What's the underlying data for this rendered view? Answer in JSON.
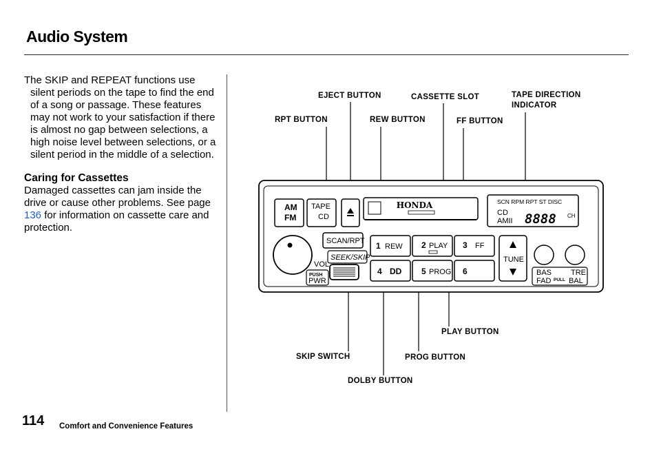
{
  "header": {
    "title": "Audio System"
  },
  "body": {
    "para1": "The SKIP and REPEAT functions use silent periods on the tape to find the end of a song or passage. These features may not work to your satisfaction if there is almost no gap between selections, a high noise level between selections, or a silent period in the middle of a selection.",
    "caring_heading": "Caring for Cassettes",
    "para2_before": "Damaged cassettes can jam inside the drive or cause other problems. See page ",
    "para2_link": "136",
    "para2_after": " for information on cassette care and protection."
  },
  "callouts": {
    "eject": "EJECT BUTTON",
    "slot": "CASSETTE SLOT",
    "tape_dir_1": "TAPE DIRECTION",
    "tape_dir_2": "INDICATOR",
    "rpt": "RPT BUTTON",
    "rew": "REW BUTTON",
    "ff": "FF BUTTON",
    "play": "PLAY BUTTON",
    "skip": "SKIP SWITCH",
    "prog": "PROG BUTTON",
    "dolby": "DOLBY BUTTON"
  },
  "panel": {
    "am": "AM",
    "fm": "FM",
    "tape": "TAPE",
    "cd": "CD",
    "brand": "HONDA",
    "scan_rpt": "SCAN/RPT",
    "seek_skip": "SEEK/SKIP",
    "vol": "VOL.",
    "push": "PUSH",
    "pwr": "PWR",
    "btn1_num": "1",
    "btn1_lbl": "REW",
    "btn2_num": "2",
    "btn2_lbl": "PLAY",
    "btn3_num": "3",
    "btn3_lbl": "FF",
    "btn4_num": "4",
    "btn4_lbl": "DD",
    "btn5_num": "5",
    "btn5_lbl": "PROG",
    "btn6_num": "6",
    "tune": "TUNE",
    "display_top": "SCN RPM RPT ST DISC",
    "display_cd": "CD",
    "display_am": "AMII",
    "display_ch": "CH",
    "display_digits": "8888",
    "bas": "BAS",
    "fad": "FAD",
    "pull": "PULL",
    "tre": "TRE",
    "bal": "BAL"
  },
  "footer": {
    "page_number": "114",
    "section": "Comfort and Convenience Features"
  }
}
